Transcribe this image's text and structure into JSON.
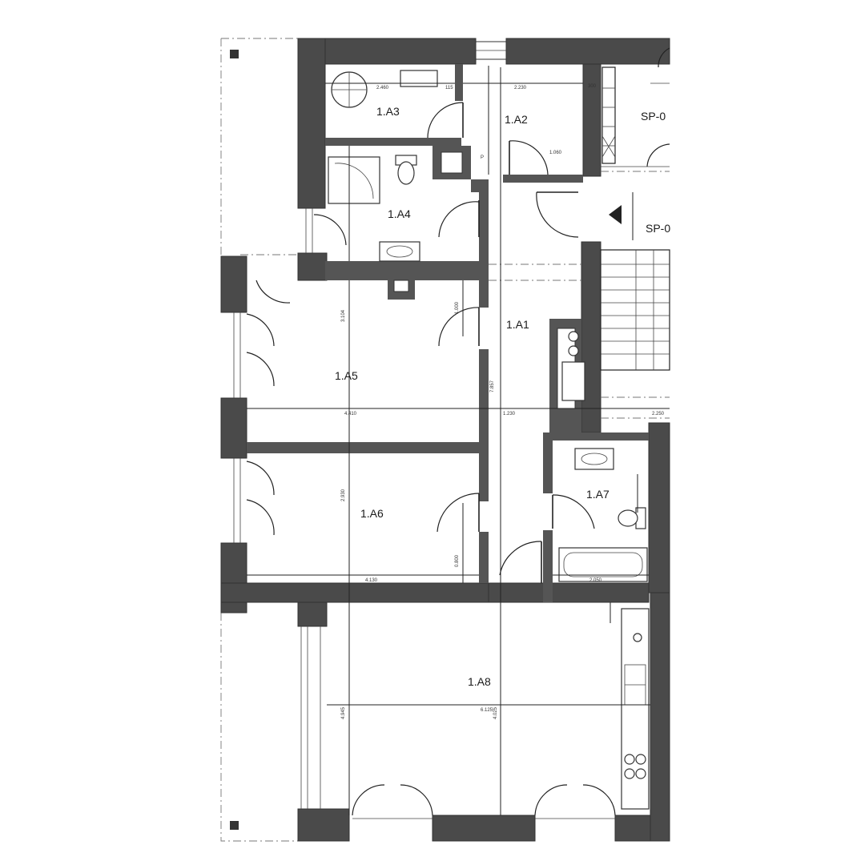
{
  "rooms": {
    "a1": "1.A1",
    "a2": "1.A2",
    "a3": "1.A3",
    "a4": "1.A4",
    "a5": "1.A5",
    "a6": "1.A6",
    "a7": "1.A7",
    "a8": "1.A8"
  },
  "tags": {
    "sp_top": "SP-0",
    "sp_mid": "SP-0"
  },
  "fixtures": {
    "p_box": "P"
  },
  "dimensions": {
    "a3_width": "2.460",
    "a2_width": "2.230",
    "a1_width": "1.230",
    "a5_width": "4.410",
    "a6_width": "4.130",
    "a7_width": "2.050",
    "a8_width": "6.125",
    "stair_width": "2.250",
    "a1_length": "7.857",
    "a5_depth": "3.104",
    "a6_depth": "2.930",
    "a8_depth": "4.945",
    "a8_depth_2": "4.025",
    "door_a2": "1.060",
    "small_a": "300",
    "small_b": "115",
    "small_c": "0.800",
    "small_d": "1.000"
  }
}
